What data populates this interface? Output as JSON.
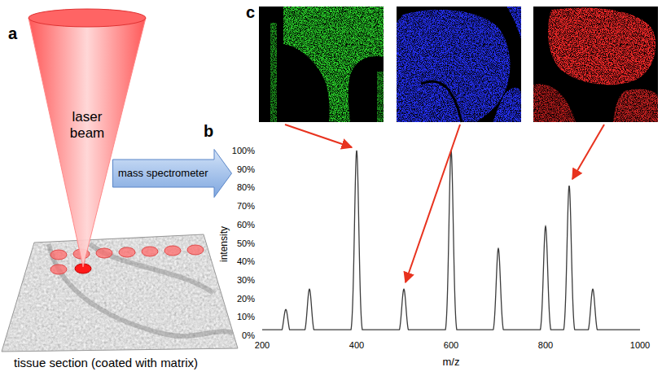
{
  "diagram": {
    "nodes": [
      {
        "text": [
          "laser beam"
        ]
      },
      {
        "text": [
          "mass spectrometer"
        ]
      }
    ],
    "labels": [
      "a",
      "tissue section (coated with matrix)",
      "c",
      "b",
      "100%",
      "90%",
      "80%",
      "70%",
      "60%",
      "50%",
      "40%",
      "30%",
      "20%",
      "10%",
      "0%",
      "intensity",
      "200",
      "400",
      "600",
      "800",
      "1000",
      "m/z"
    ]
  }
}
